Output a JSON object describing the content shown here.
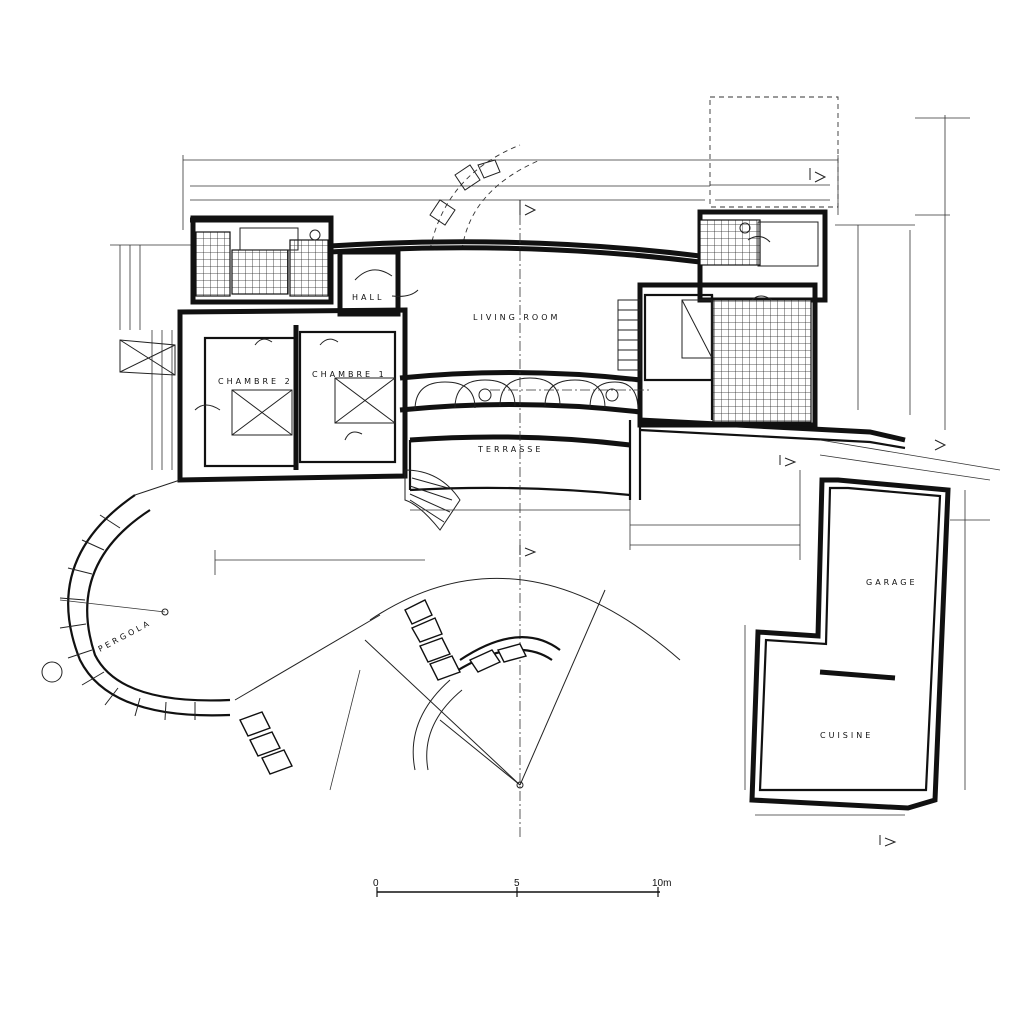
{
  "rooms": {
    "living_room": "LIVING ROOM",
    "hall": "HALL",
    "chambre_1": "CHAMBRE 1",
    "chambre_2": "CHAMBRE 2",
    "terrasse": "TERRASSE",
    "cuisine": "CUISINE",
    "garage": "GARAGE",
    "pergola": "PERGOLA"
  },
  "scale_bar": {
    "start": "0",
    "mid": "5",
    "end": "10m"
  },
  "colors": {
    "ink": "#111111",
    "paper": "#ffffff"
  }
}
